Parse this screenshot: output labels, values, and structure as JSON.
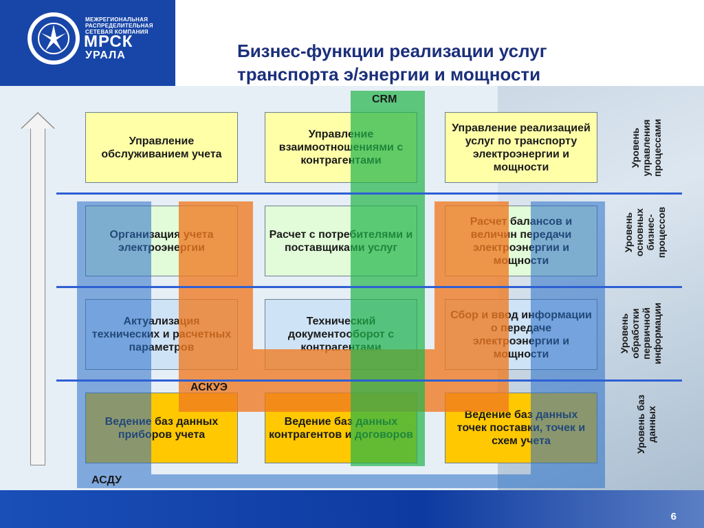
{
  "header": {
    "logo_small_line1": "МЕЖРЕГИОНАЛЬНАЯ",
    "logo_small_line2": "РАСПРЕДЕЛИТЕЛЬНАЯ",
    "logo_small_line3": "СЕТЕВАЯ КОМПАНИЯ",
    "logo_main": "МРСК",
    "logo_sub": "УРАЛА",
    "title_line1": "Бизнес-функции реализации услуг",
    "title_line2": "транспорта э/энергии и мощности"
  },
  "bands": {
    "crm": "CRM",
    "askue": "АСКУЭ",
    "asdu": "АСДУ"
  },
  "boxes": {
    "r1c1": "Управление обслуживанием учета",
    "r1c2": "Управление взаимоотношениями с контрагентами",
    "r1c3": "Управление реализацией услуг по транспорту электроэнергии и мощности",
    "r2c1": "Организация учета электроэнергии",
    "r2c2": "Расчет с потребителями и поставщиками услуг",
    "r2c3": "Расчет балансов и величин передачи электроэнергии и мощности",
    "r3c1": "Актуализация технических и расчетных параметров",
    "r3c2": "Технический документооборот с контрагентами",
    "r3c3": "Сбор и ввод информации о передаче электроэнергии и мощности",
    "r4c1": "Ведение баз данных приборов учета",
    "r4c2": "Ведение баз данных контрагентов и договоров",
    "r4c3": "Ведение баз данных точек поставки, точек и схем учета"
  },
  "levels": {
    "l1": "Уровень управления процессами",
    "l2": "Уровень основных бизнес-процессов",
    "l3": "Уровень обработки первичной информации",
    "l4": "Уровень баз данных"
  },
  "footer": {
    "page_number": "6"
  }
}
